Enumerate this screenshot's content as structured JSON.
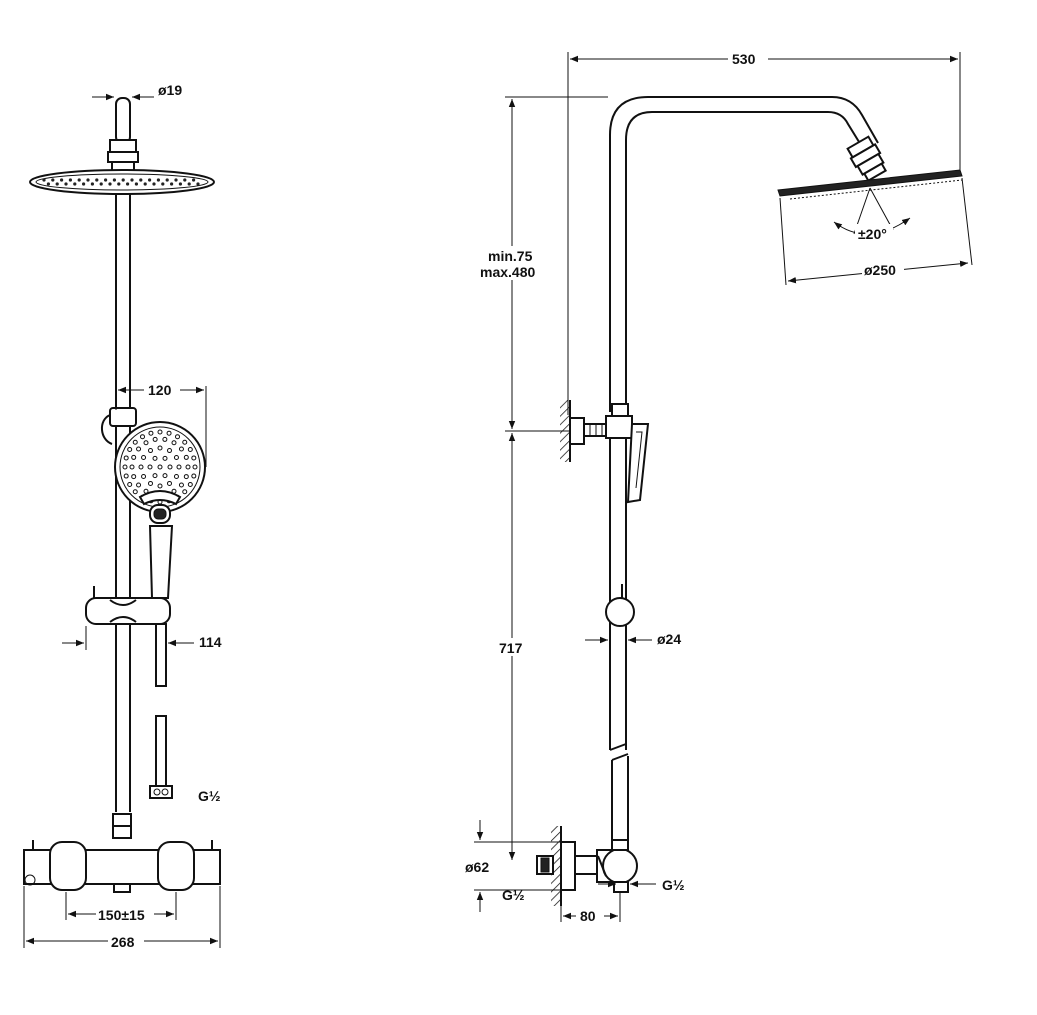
{
  "front_view": {
    "pipe_diameter": "ø19",
    "hand_shower_width": "120",
    "slider_depth": "114",
    "hose_thread": "G½",
    "connection_spacing": "150±15",
    "total_width": "268"
  },
  "side_view": {
    "projection": "530",
    "arm_adjust_line1": "min.75",
    "arm_adjust_line2": "max.480",
    "tilt": "±20°",
    "head_diameter": "ø250",
    "riser_height": "717",
    "riser_diameter": "ø24",
    "rosette_diameter": "ø62",
    "inlet_thread_left": "G½",
    "outlet_thread": "G½",
    "wall_offset": "80"
  }
}
